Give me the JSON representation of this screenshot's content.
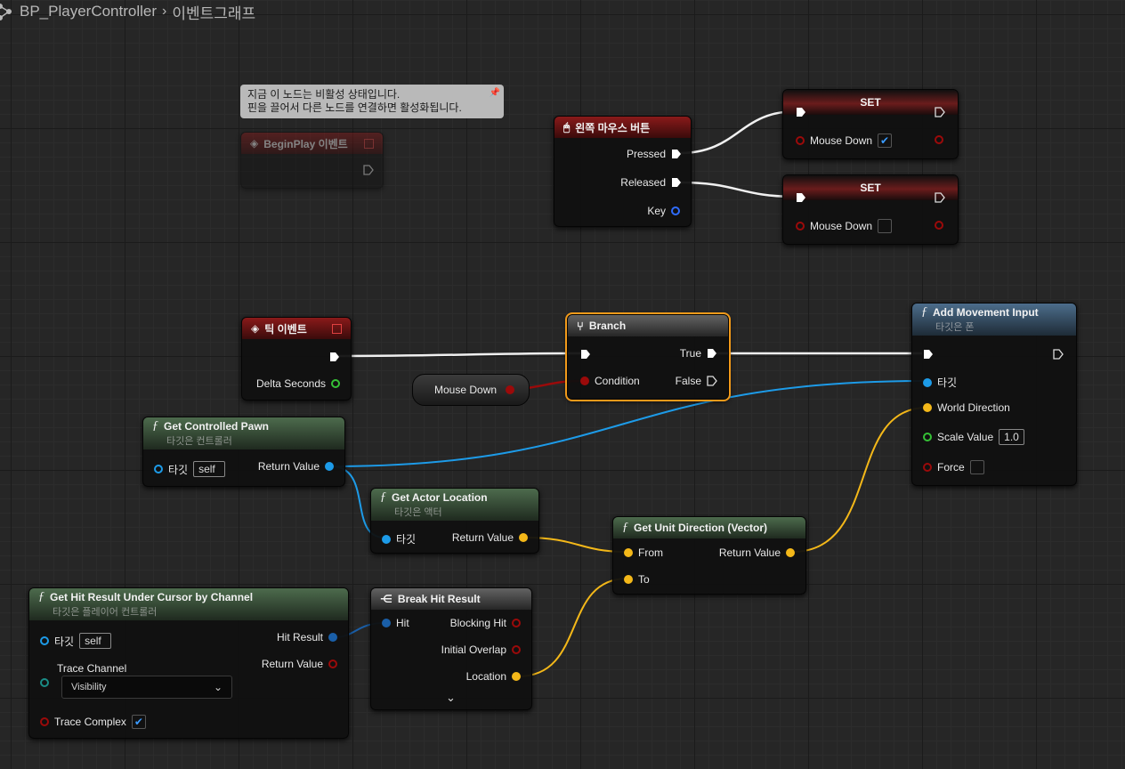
{
  "breadcrumb": {
    "blueprint": "BP_PlayerController",
    "graph": "이벤트그래프"
  },
  "colors": {
    "exec_wire": "#f0f0f0",
    "object_pin": "#1d9be8",
    "vector_pin": "#f4b819",
    "float_pin": "#35c136",
    "bool_pin": "#9b0a0a",
    "selected_outline": "#f29a1a"
  },
  "comment": {
    "line1": "지금 이 노드는 비활성 상태입니다.",
    "line2": "핀을 끌어서 다른 노드를 연결하면 활성화됩니다."
  },
  "nodes": {
    "beginplay": {
      "title": "BeginPlay 이벤트"
    },
    "left_mouse": {
      "title": "왼쪽 마우스 버튼",
      "pressed": "Pressed",
      "released": "Released",
      "key": "Key"
    },
    "set1": {
      "title": "SET",
      "var": "Mouse Down",
      "checked": true
    },
    "set2": {
      "title": "SET",
      "var": "Mouse Down",
      "checked": false
    },
    "tick": {
      "title": "틱 이벤트",
      "delta": "Delta Seconds"
    },
    "mouse_down_var": {
      "label": "Mouse Down"
    },
    "branch": {
      "title": "Branch",
      "condition": "Condition",
      "true": "True",
      "false": "False"
    },
    "add_movement": {
      "title": "Add Movement Input",
      "subtitle": "타깃은 폰",
      "target": "타깃",
      "world_direction": "World Direction",
      "scale_value": "Scale Value",
      "scale_default": "1.0",
      "force": "Force"
    },
    "get_pawn": {
      "title": "Get Controlled Pawn",
      "subtitle": "타깃은 컨트롤러",
      "target": "타깃",
      "self": "self",
      "return": "Return Value"
    },
    "get_actor_loc": {
      "title": "Get Actor Location",
      "subtitle": "타깃은 액터",
      "target": "타깃",
      "return": "Return Value"
    },
    "unit_dir": {
      "title": "Get Unit Direction (Vector)",
      "from": "From",
      "to": "To",
      "return": "Return Value"
    },
    "hit_result": {
      "title": "Get Hit Result Under Cursor by Channel",
      "subtitle": "타깃은 플레이어 컨트롤러",
      "target": "타깃",
      "self": "self",
      "hit_result": "Hit Result",
      "return": "Return Value",
      "trace_channel": "Trace Channel",
      "channel_value": "Visibility",
      "trace_complex": "Trace Complex",
      "complex_checked": true
    },
    "break_hit": {
      "title": "Break Hit Result",
      "hit": "Hit",
      "blocking": "Blocking Hit",
      "overlap": "Initial Overlap",
      "location": "Location"
    }
  }
}
